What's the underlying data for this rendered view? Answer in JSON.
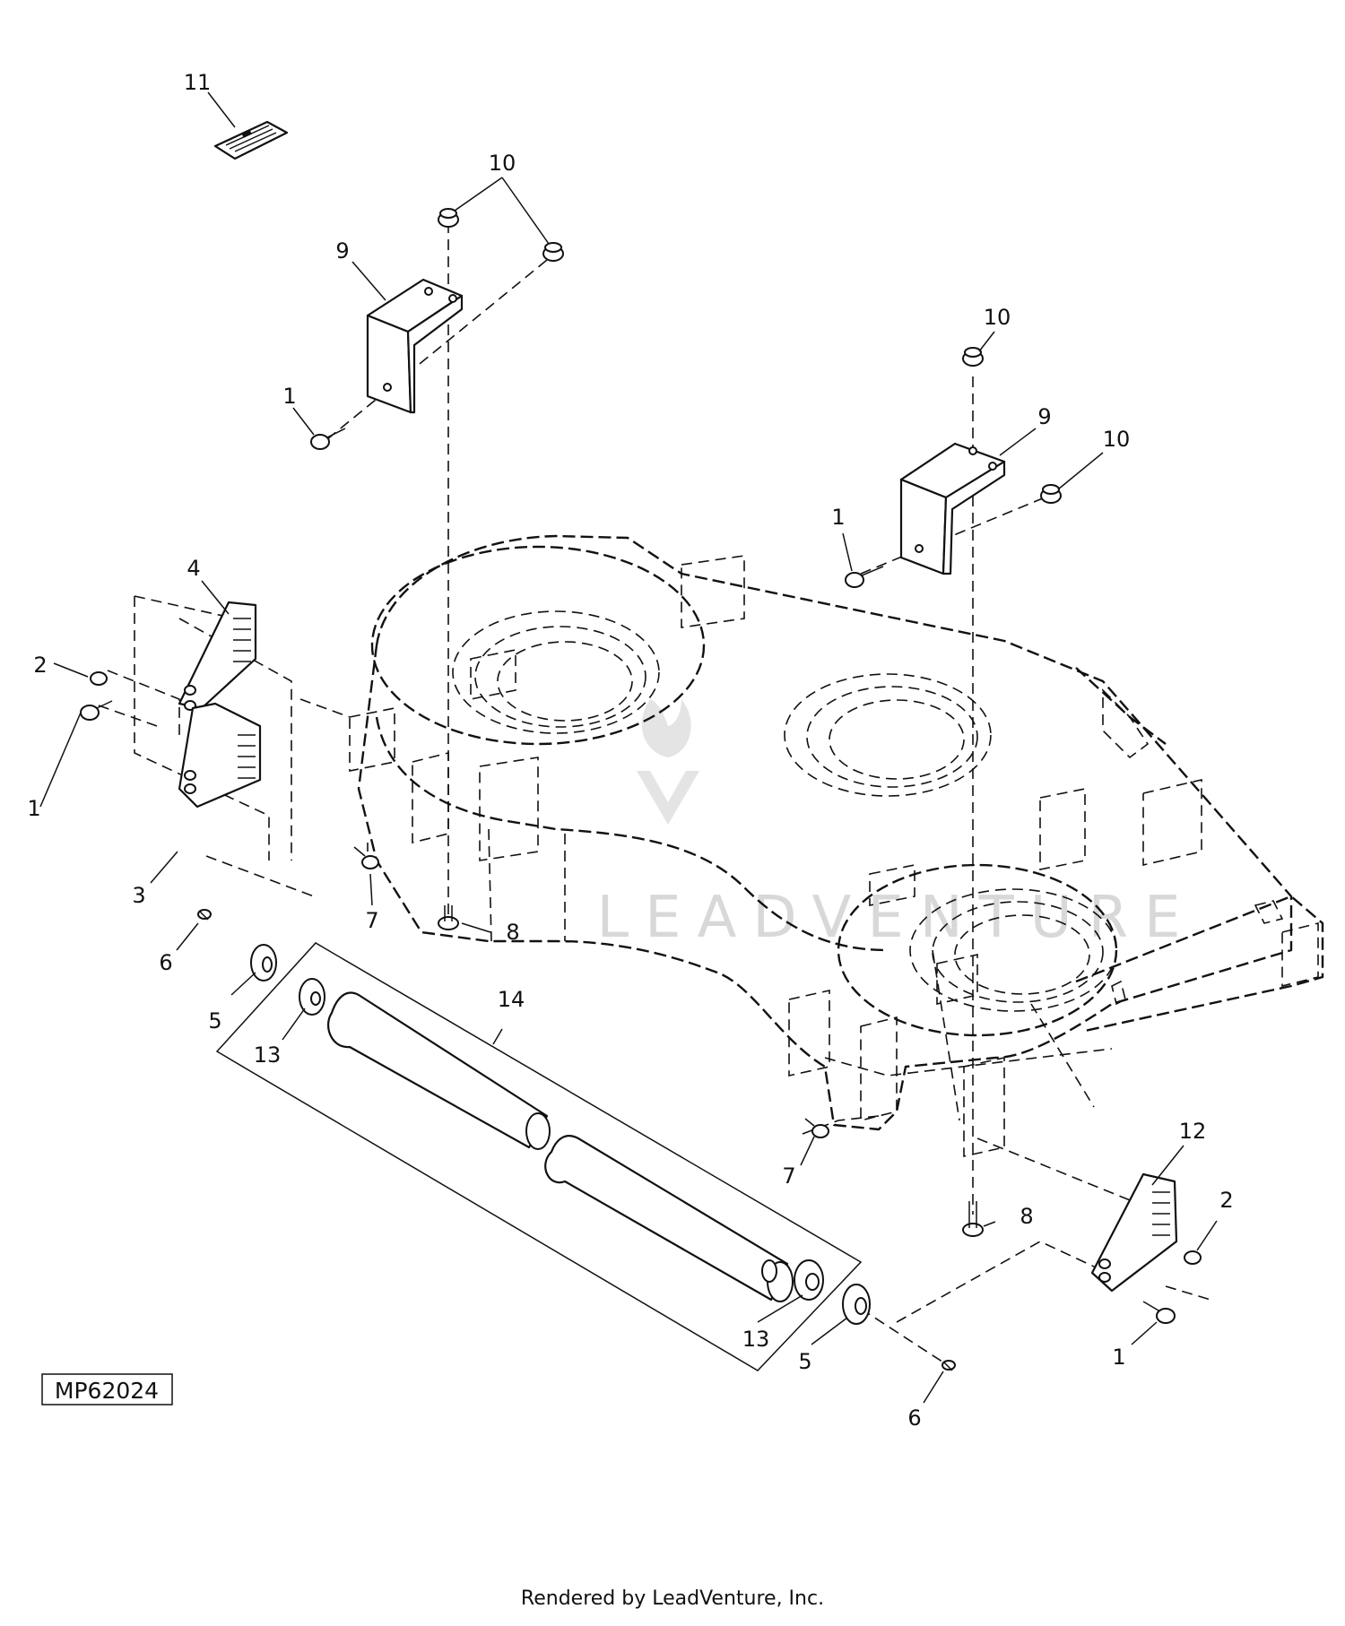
{
  "diagram": {
    "figure_id": "MP62024",
    "footer": "Rendered by LeadVenture, Inc.",
    "watermark": "LEADVENTURE"
  },
  "callouts": [
    {
      "id": "c11",
      "label": "11"
    },
    {
      "id": "c10a",
      "label": "10"
    },
    {
      "id": "c9a",
      "label": "9"
    },
    {
      "id": "c1a",
      "label": "1"
    },
    {
      "id": "c10b",
      "label": "10"
    },
    {
      "id": "c9b",
      "label": "9"
    },
    {
      "id": "c10c",
      "label": "10"
    },
    {
      "id": "c1b",
      "label": "1"
    },
    {
      "id": "c4",
      "label": "4"
    },
    {
      "id": "c2a",
      "label": "2"
    },
    {
      "id": "c1c",
      "label": "1"
    },
    {
      "id": "c3",
      "label": "3"
    },
    {
      "id": "c7a",
      "label": "7"
    },
    {
      "id": "c8a",
      "label": "8"
    },
    {
      "id": "c6a",
      "label": "6"
    },
    {
      "id": "c5a",
      "label": "5"
    },
    {
      "id": "c13a",
      "label": "13"
    },
    {
      "id": "c14",
      "label": "14"
    },
    {
      "id": "c12",
      "label": "12"
    },
    {
      "id": "c2b",
      "label": "2"
    },
    {
      "id": "c7b",
      "label": "7"
    },
    {
      "id": "c8b",
      "label": "8"
    },
    {
      "id": "c13b",
      "label": "13"
    },
    {
      "id": "c5b",
      "label": "5"
    },
    {
      "id": "c1d",
      "label": "1"
    },
    {
      "id": "c6b",
      "label": "6"
    }
  ]
}
